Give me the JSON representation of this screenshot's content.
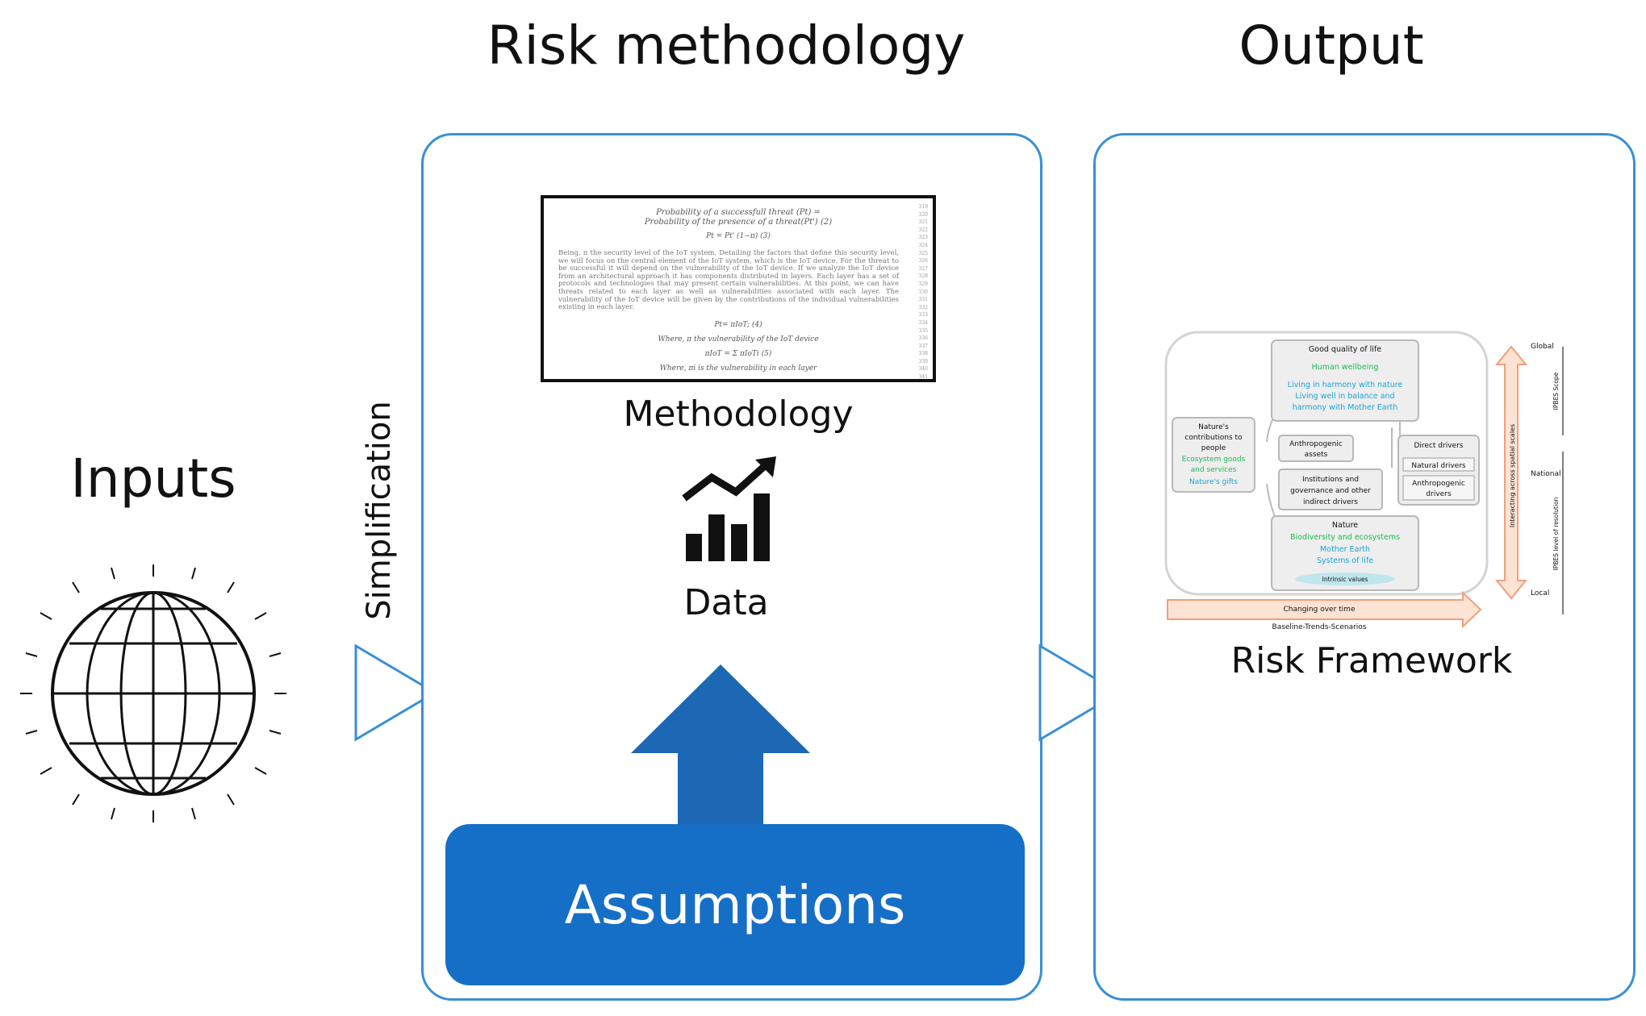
{
  "headings": {
    "methodology": "Risk methodology",
    "output": "Output",
    "inputs": "Inputs"
  },
  "simplification_label": "Simplification",
  "methodology": {
    "doc_title_line1": "Probability of a successfull threat (Pt) =",
    "doc_title_line2": "Probability of the presence of a threat(Pt') (2)",
    "doc_formula1": "Pt = Pt' (1−π) (3)",
    "doc_paragraph": "Being, π the security level of the IoT system. Detailing the factors that define this security level, we will focus on the central element of the IoT system, which is the IoT device. For the threat to be successful it will depend on the vulnerability of the IoT device. If we analyze the IoT device from an architectural approach it has components distributed in layers. Each layer has a set of protocols and technologies that may present certain vulnerabilities. At this point, we can have threats related to each layer as well as vulnerabilities associated with each layer. The vulnerability of the IoT device will be given by the contributions of the individual vulnerabilities existing in each layer.",
    "doc_formula2": "Pt= πIoT; (4)",
    "doc_where1": "Where, π the vulnerability of the IoT device",
    "doc_formula3": "πIoT = Σ πIoTi (5)",
    "doc_where2": "Where, πi is the vulnerability in each layer",
    "line_numbers": "319\n320\n321\n322\n323\n324\n325\n326\n327\n328\n329\n330\n331\n332\n333\n334\n335\n336\n337\n338\n339\n340\n341",
    "caption": "Methodology",
    "data_label": "Data",
    "assumptions_label": "Assumptions"
  },
  "output": {
    "framework_caption": "Risk Framework",
    "framework": {
      "good_quality_title": "Good quality of life",
      "human_wellbeing": "Human wellbeing",
      "living_harmony": "Living in harmony with nature",
      "living_well_1": "Living well in balance and",
      "living_well_2": "harmony with Mother Earth",
      "ncp_1": "Nature's",
      "ncp_2": "contributions to",
      "ncp_3": "people",
      "eco_goods_1": "Ecosystem goods",
      "eco_goods_2": "and services",
      "natures_gifts": "Nature's gifts",
      "anthro_assets_1": "Anthropogenic",
      "anthro_assets_2": "assets",
      "institutions_1": "Institutions and",
      "institutions_2": "governance and other",
      "institutions_3": "indirect drivers",
      "direct_drivers": "Direct drivers",
      "natural_drivers": "Natural drivers",
      "anthro_drivers_1": "Anthropogenic",
      "anthro_drivers_2": "drivers",
      "nature_title": "Nature",
      "biodiversity": "Biodiversity and ecosystems",
      "mother_earth": "Mother Earth",
      "systems_of_life": "Systems of life",
      "intrinsic_values": "Intrinsic values",
      "changing": "Changing over time",
      "baseline": "Baseline-Trends-Scenarios",
      "global": "Global",
      "national": "National",
      "local": "Local",
      "interacting": "Interacting across spatial scales",
      "ipbes_scope": "IPBES Scope",
      "ipbes_resolution": "IPBES level of resolution"
    }
  },
  "colors": {
    "panel_border": "#3a8fd6",
    "assumptions_fill": "#166fc6",
    "arrow_fill": "#1c68b4",
    "green_text": "#1db954",
    "cyan_text": "#1aa3d6",
    "scale_arrow": "#f6b493"
  },
  "icons": [
    "globe-icon",
    "bar-chart-trend-icon",
    "flow-arrow-icon"
  ]
}
